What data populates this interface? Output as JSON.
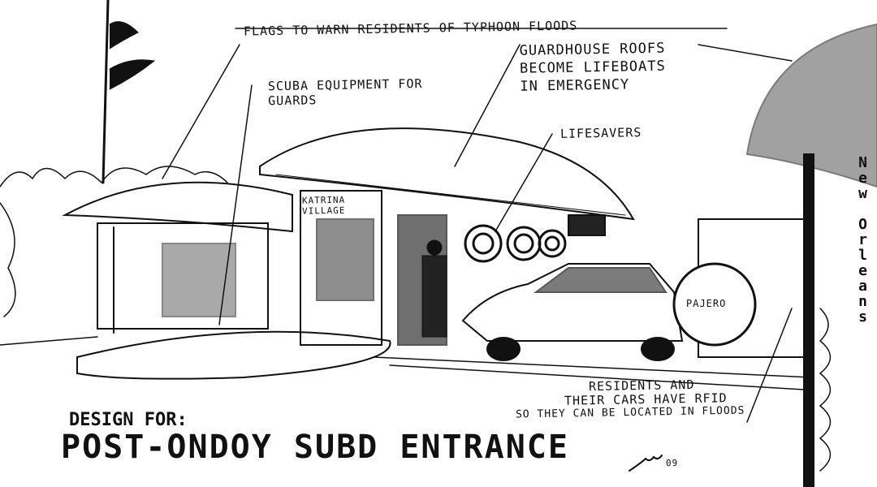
{
  "annotations": {
    "flags": "Flags to warn residents of typhoon floods",
    "scuba": "Scuba equipment for guards",
    "roofs": "Guardhouse roofs become lifeboats in emergency",
    "lifesavers": "Lifesavers",
    "rfid_line1": "Residents and",
    "rfid_line2": "their cars have RFID",
    "rfid_line3": "so they can be located in floods"
  },
  "signs": {
    "guardhouse_sign": "Katrina Village",
    "tire_cover": "Pajero",
    "vertical_sign": "New Orleans"
  },
  "title": {
    "line1": "Design for:",
    "line2": "Post-Ondoy Subd Entrance"
  },
  "signature": {
    "year": "09"
  },
  "colors": {
    "ink": "#111111",
    "paper": "#ffffff"
  }
}
